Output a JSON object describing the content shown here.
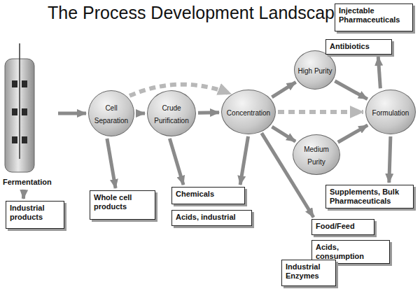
{
  "diagram": {
    "title": "The Process Development Landscape",
    "nodes": [
      {
        "text": [
          "Fermentation"
        ]
      },
      {
        "text": [
          "Industrial products"
        ]
      },
      {
        "text": [
          "Cell Separation"
        ]
      },
      {
        "text": [
          "Whole cell products"
        ]
      },
      {
        "text": [
          "Crude Purification"
        ]
      },
      {
        "text": [
          "Chemicals"
        ]
      },
      {
        "text": [
          "Acids, industrial"
        ]
      },
      {
        "text": [
          "Concentration"
        ]
      },
      {
        "text": [
          "High Purity"
        ]
      },
      {
        "text": [
          "Medium Purity"
        ]
      },
      {
        "text": [
          "Food/Feed"
        ]
      },
      {
        "text": [
          "Acids, consumption"
        ]
      },
      {
        "text": [
          "Industrial Enzymes"
        ]
      },
      {
        "text": [
          "Formulation"
        ]
      },
      {
        "text": [
          "Injectable Pharmaceuticals"
        ]
      },
      {
        "text": [
          "Antibiotics"
        ]
      },
      {
        "text": [
          "Supplements, Bulk Pharmaceuticals"
        ]
      }
    ],
    "edges": [
      {
        "from": 0,
        "to": 2,
        "arrow": "to"
      },
      {
        "from": 0,
        "to": 1,
        "arrow": "to"
      },
      {
        "from": 2,
        "to": 4,
        "arrow": "to"
      },
      {
        "from": 2,
        "to": 3,
        "arrow": "to"
      },
      {
        "from": 2,
        "to": 7,
        "arrow": "to"
      },
      {
        "from": 4,
        "to": 7,
        "arrow": "to"
      },
      {
        "from": 4,
        "to": 5,
        "arrow": "to"
      },
      {
        "from": 7,
        "to": 5,
        "arrow": "to"
      },
      {
        "from": 7,
        "to": 8,
        "arrow": "to"
      },
      {
        "from": 7,
        "to": 9,
        "arrow": "to"
      },
      {
        "from": 7,
        "to": 10,
        "arrow": "to"
      },
      {
        "from": 7,
        "to": 13,
        "arrow": "to"
      },
      {
        "from": 8,
        "to": 13,
        "arrow": "to"
      },
      {
        "from": 9,
        "to": 13,
        "arrow": "to"
      },
      {
        "from": 13,
        "to": 15,
        "arrow": "to"
      },
      {
        "from": 13,
        "to": 16,
        "arrow": "to"
      }
    ]
  }
}
